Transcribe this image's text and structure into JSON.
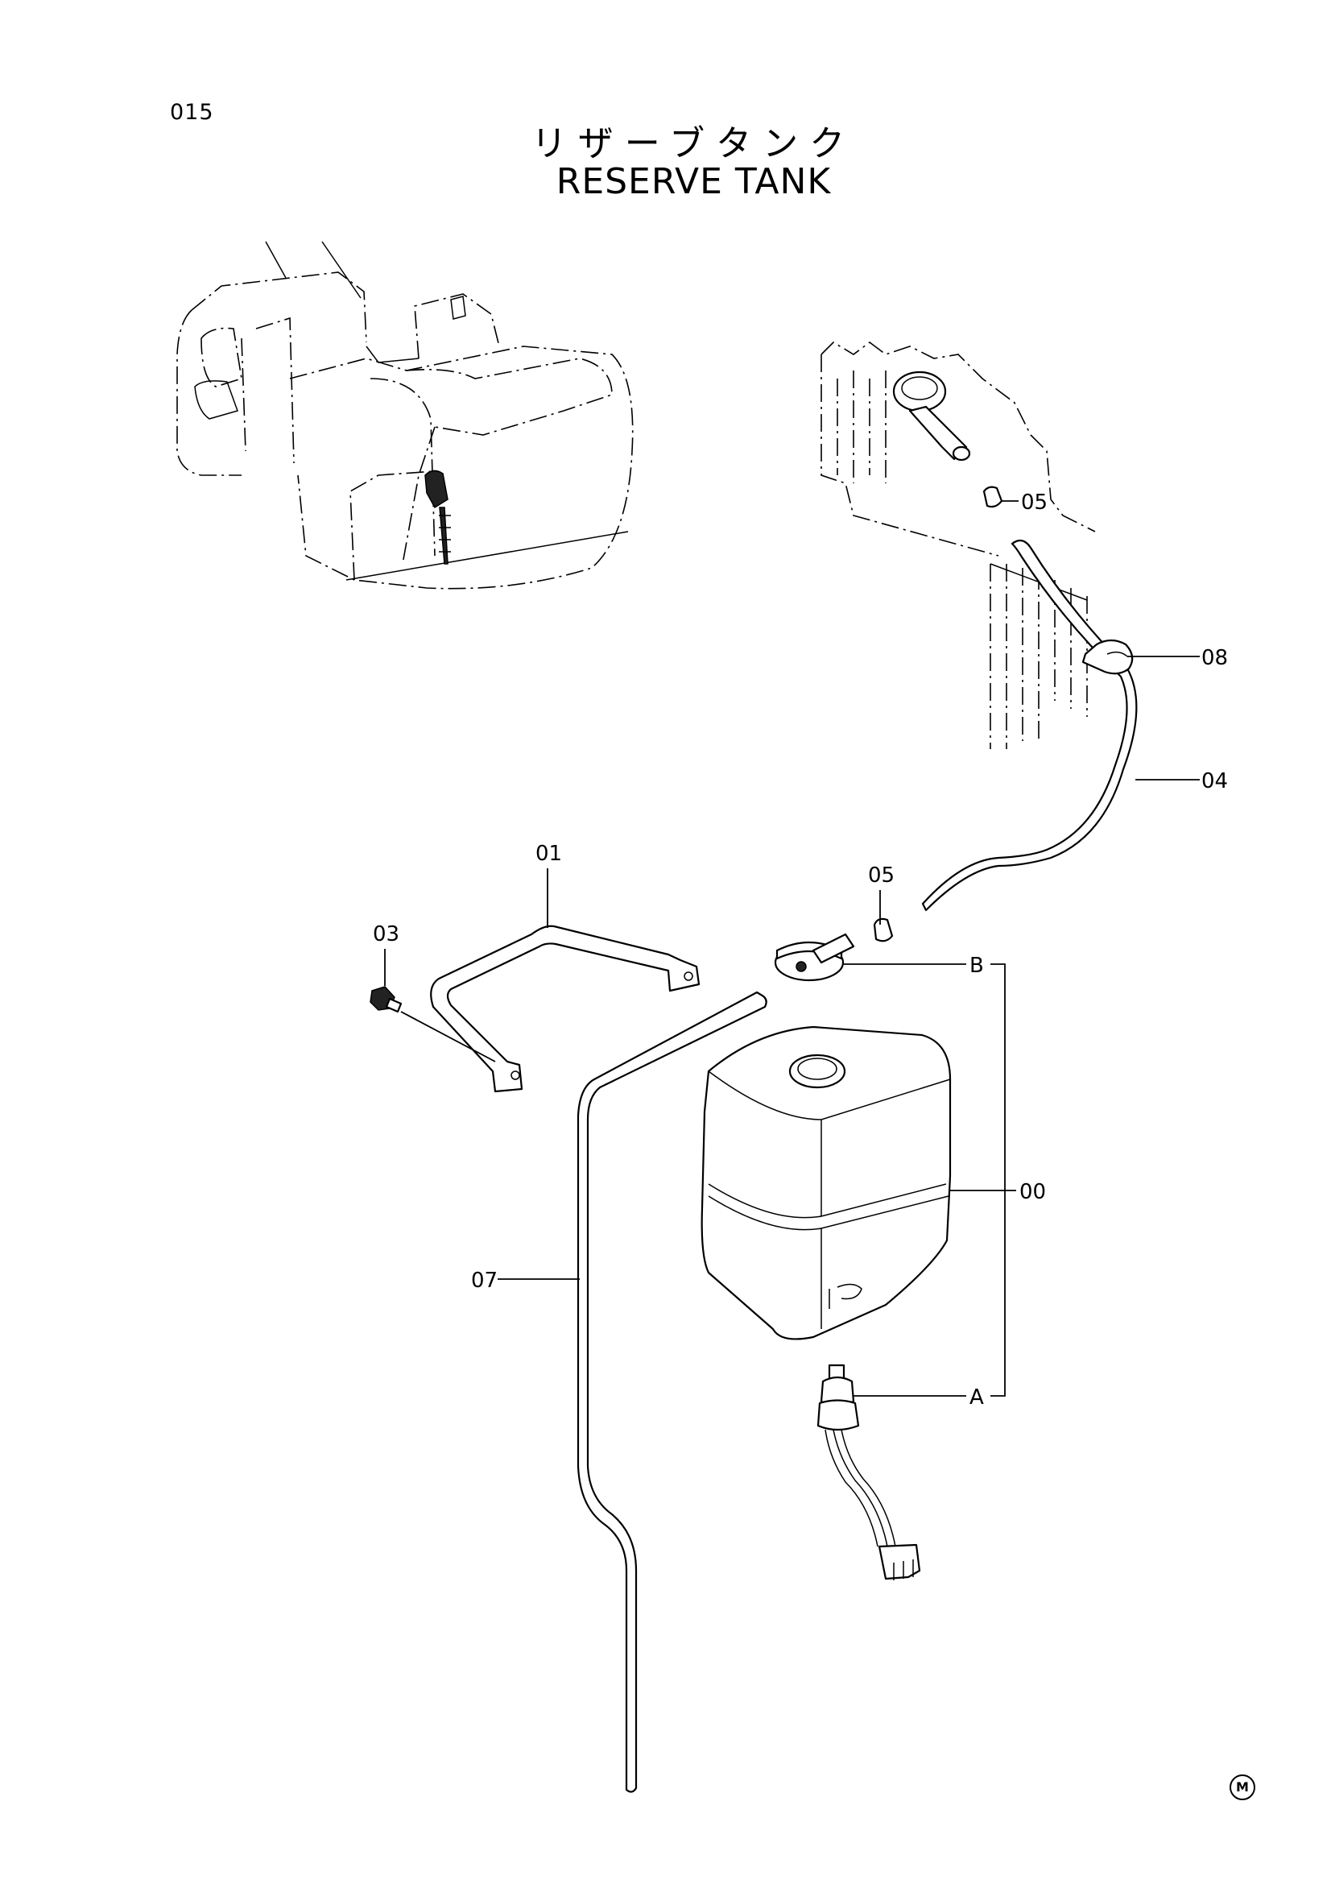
{
  "page": {
    "number": "015"
  },
  "title": {
    "japanese": "リザーブタンク",
    "english": "RESERVE TANK"
  },
  "callouts": {
    "c05_top": "05",
    "c08": "08",
    "c04": "04",
    "c01": "01",
    "c05_mid": "05",
    "c03": "03",
    "cB": "B",
    "c00": "00",
    "c07": "07",
    "cA": "A"
  },
  "footer_mark": "M"
}
